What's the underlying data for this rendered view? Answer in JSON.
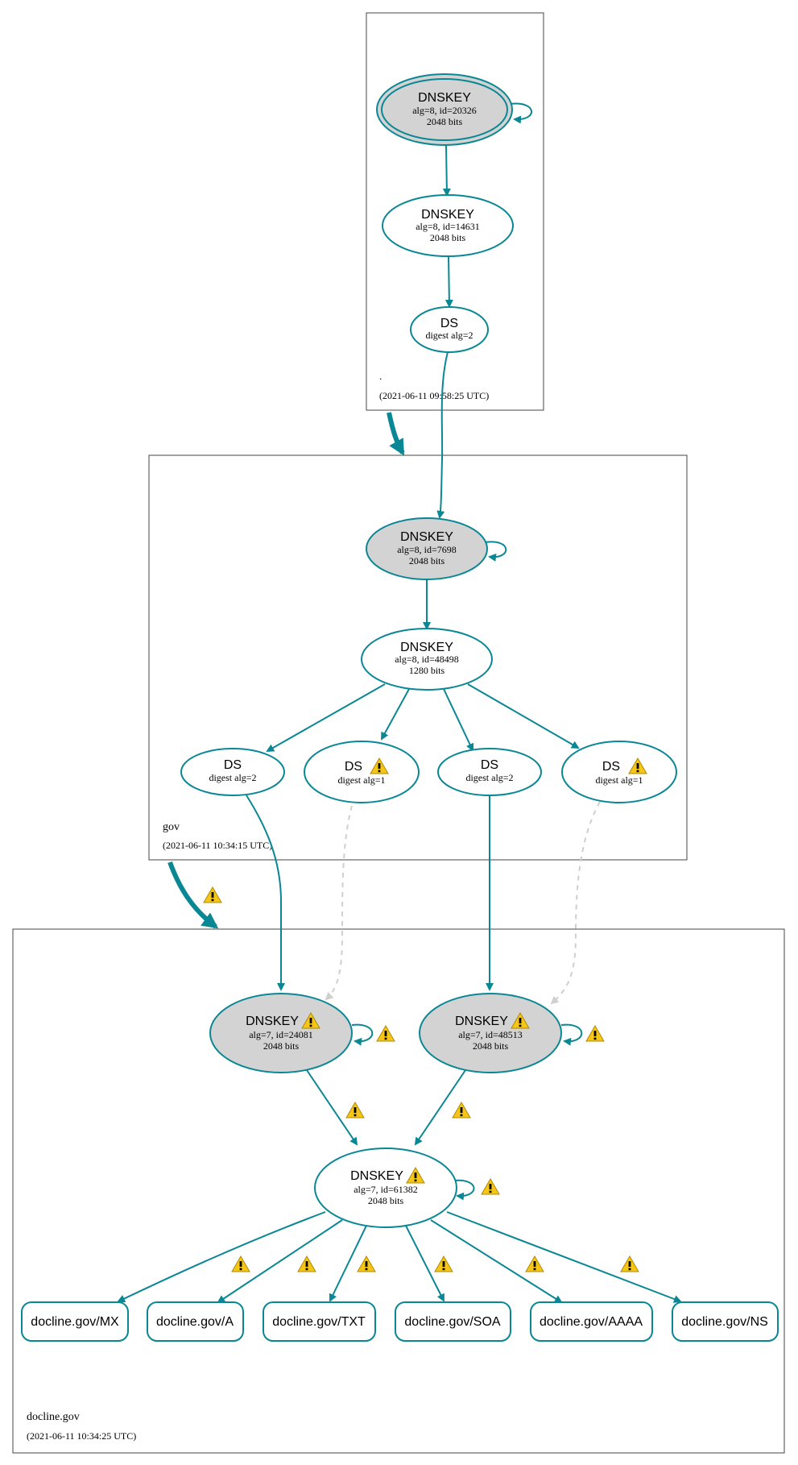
{
  "zones": [
    {
      "id": "root",
      "name": ".",
      "timestamp": "(2021-06-11 09:58:25 UTC)"
    },
    {
      "id": "gov",
      "name": "gov",
      "timestamp": "(2021-06-11 10:34:15 UTC)"
    },
    {
      "id": "docline",
      "name": "docline.gov",
      "timestamp": "(2021-06-11 10:34:25 UTC)"
    }
  ],
  "nodes": {
    "root_ksk": {
      "title": "DNSKEY",
      "line2": "alg=8, id=20326",
      "line3": "2048 bits",
      "fill": "#d3d3d3",
      "double": true,
      "warning": false
    },
    "root_zsk": {
      "title": "DNSKEY",
      "line2": "alg=8, id=14631",
      "line3": "2048 bits",
      "fill": "#ffffff",
      "double": false,
      "warning": false
    },
    "root_ds": {
      "title": "DS",
      "line2": "digest alg=2",
      "fill": "#ffffff",
      "warning": false
    },
    "gov_ksk": {
      "title": "DNSKEY",
      "line2": "alg=8, id=7698",
      "line3": "2048 bits",
      "fill": "#d3d3d3",
      "double": false,
      "warning": false
    },
    "gov_zsk": {
      "title": "DNSKEY",
      "line2": "alg=8, id=48498",
      "line3": "1280 bits",
      "fill": "#ffffff",
      "double": false,
      "warning": false
    },
    "gov_ds1": {
      "title": "DS",
      "line2": "digest alg=2",
      "fill": "#ffffff",
      "warning": false
    },
    "gov_ds2": {
      "title": "DS",
      "line2": "digest alg=1",
      "fill": "#ffffff",
      "warning": true
    },
    "gov_ds3": {
      "title": "DS",
      "line2": "digest alg=2",
      "fill": "#ffffff",
      "warning": false
    },
    "gov_ds4": {
      "title": "DS",
      "line2": "digest alg=1",
      "fill": "#ffffff",
      "warning": true
    },
    "doc_ksk1": {
      "title": "DNSKEY",
      "line2": "alg=7, id=24081",
      "line3": "2048 bits",
      "fill": "#d3d3d3",
      "double": false,
      "warning": true
    },
    "doc_ksk2": {
      "title": "DNSKEY",
      "line2": "alg=7, id=48513",
      "line3": "2048 bits",
      "fill": "#d3d3d3",
      "double": false,
      "warning": true
    },
    "doc_zsk": {
      "title": "DNSKEY",
      "line2": "alg=7, id=61382",
      "line3": "2048 bits",
      "fill": "#ffffff",
      "double": false,
      "warning": true
    }
  },
  "rrsets": [
    "docline.gov/MX",
    "docline.gov/A",
    "docline.gov/TXT",
    "docline.gov/SOA",
    "docline.gov/AAAA",
    "docline.gov/NS"
  ],
  "colors": {
    "edge": "#0a8794",
    "edge_insecure": "#cfcfcf",
    "ksk_fill": "#d3d3d3",
    "warning_fill": "#f5c518",
    "warning_glyph": "#000000",
    "zone_border": "#444444"
  },
  "icons": {
    "warning": "warning-triangle-icon"
  }
}
